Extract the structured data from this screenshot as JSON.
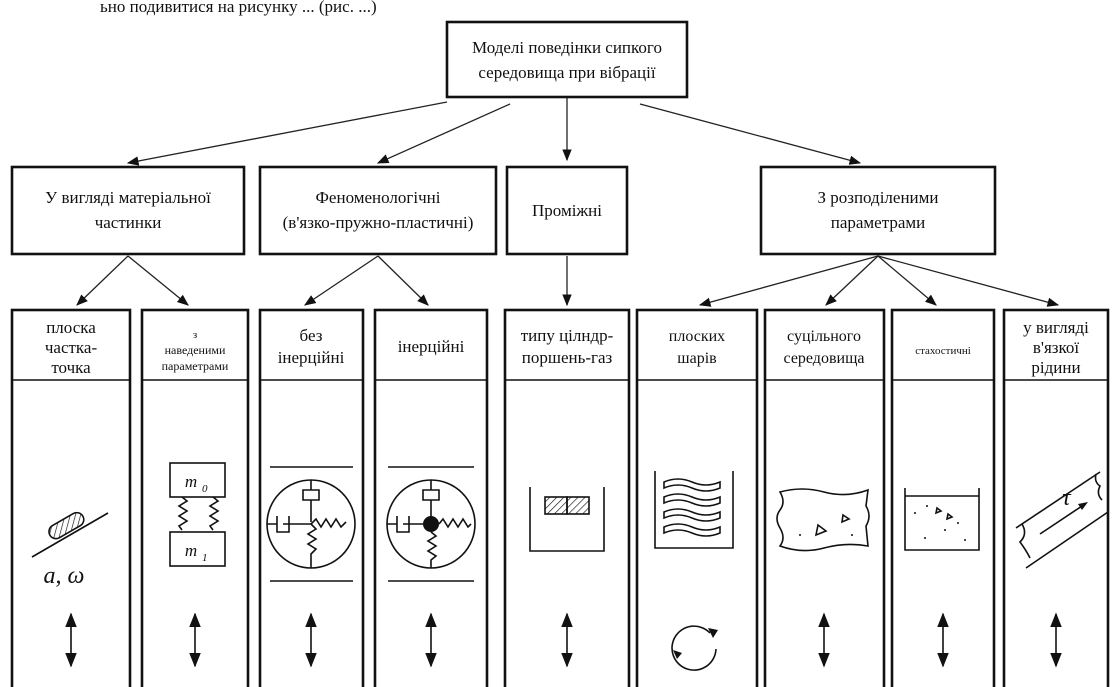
{
  "header_fragment": "ьно подивитися на рисунку ... (рис. ...)",
  "root": {
    "line1": "Моделі поведінки сипкого",
    "line2": "середовища при вібрації"
  },
  "categories": [
    {
      "id": "material",
      "line1": "У вигляді матеріальної",
      "line2": "частинки"
    },
    {
      "id": "phenom",
      "line1": "Феноменологічні",
      "line2": "(в'язко-пружно-пластичні)"
    },
    {
      "id": "intermediate",
      "line1": "Проміжні",
      "line2": ""
    },
    {
      "id": "distributed",
      "line1": "З розподіленими",
      "line2": "параметрами"
    }
  ],
  "leaves": [
    {
      "id": "plane-point",
      "lines": [
        "плоска",
        "частка-",
        "точка"
      ]
    },
    {
      "id": "reduced",
      "lines": [
        "з",
        "наведеними",
        "параметрами"
      ]
    },
    {
      "id": "non-inertial",
      "lines": [
        "без",
        "інерційні"
      ]
    },
    {
      "id": "inertial",
      "lines": [
        "інерційні"
      ]
    },
    {
      "id": "cyl-piston",
      "lines": [
        "типу цілндр-",
        "поршень-газ"
      ]
    },
    {
      "id": "plane-layers",
      "lines": [
        "плоских",
        "шарів"
      ]
    },
    {
      "id": "continuous",
      "lines": [
        "суцільного",
        "середовища"
      ]
    },
    {
      "id": "stochastic",
      "lines": [
        "стахостичні"
      ]
    },
    {
      "id": "viscous",
      "lines": [
        "у вигляді",
        "в'язкої",
        "рідини"
      ]
    }
  ],
  "symbols": {
    "m0": "m",
    "m0_sub": "0",
    "m1": "m",
    "m1_sub": "1",
    "a_omega": "a, ω",
    "tau": "τ"
  }
}
